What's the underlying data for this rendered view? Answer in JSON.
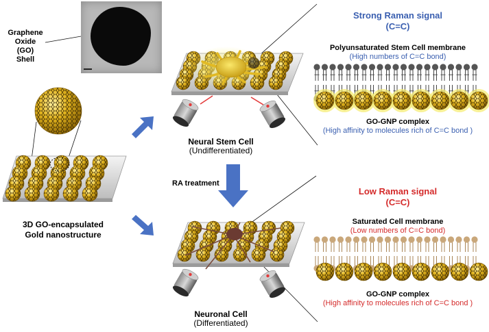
{
  "colors": {
    "gold": "#d9a91a",
    "gold_dark": "#7a5a05",
    "glow": "#f6ec74",
    "arrow_blue": "#4a72c4",
    "title_blue": "#3a5fb0",
    "title_red": "#d42a2a",
    "laser_red": "#e33b3b",
    "lipid_gray_head": "#555555",
    "lipid_tan_head": "#c9a77a"
  },
  "left": {
    "go_label": [
      "Graphene Oxide",
      "(GO)",
      "Shell"
    ],
    "structure_label": [
      "3D GO-encapsulated",
      "Gold nanostructure"
    ]
  },
  "middle": {
    "stem_cell": {
      "title": "Neural Stem Cell",
      "subtitle": "(Undifferentiated)"
    },
    "treatment": "RA treatment",
    "neuronal_cell": {
      "title": "Neuronal Cell",
      "subtitle": "(Differentiated)"
    }
  },
  "right_top": {
    "signal": [
      "Strong Raman signal",
      "(C=C)"
    ],
    "membrane_title": "Polyunsaturated  Stem Cell membrane",
    "membrane_note": "(High numbers of C=C bond)",
    "complex_title": "GO-GNP complex",
    "complex_note": "(High affinity to molecules rich of C=C bond )"
  },
  "right_bottom": {
    "signal": [
      "Low Raman signal",
      "(C=C)"
    ],
    "membrane_title": "Saturated Cell membrane",
    "membrane_note": "(Low numbers of C=C bond)",
    "complex_title": "GO-GNP complex",
    "complex_note": "(High affinity to molecules rich of C=C bond )"
  }
}
